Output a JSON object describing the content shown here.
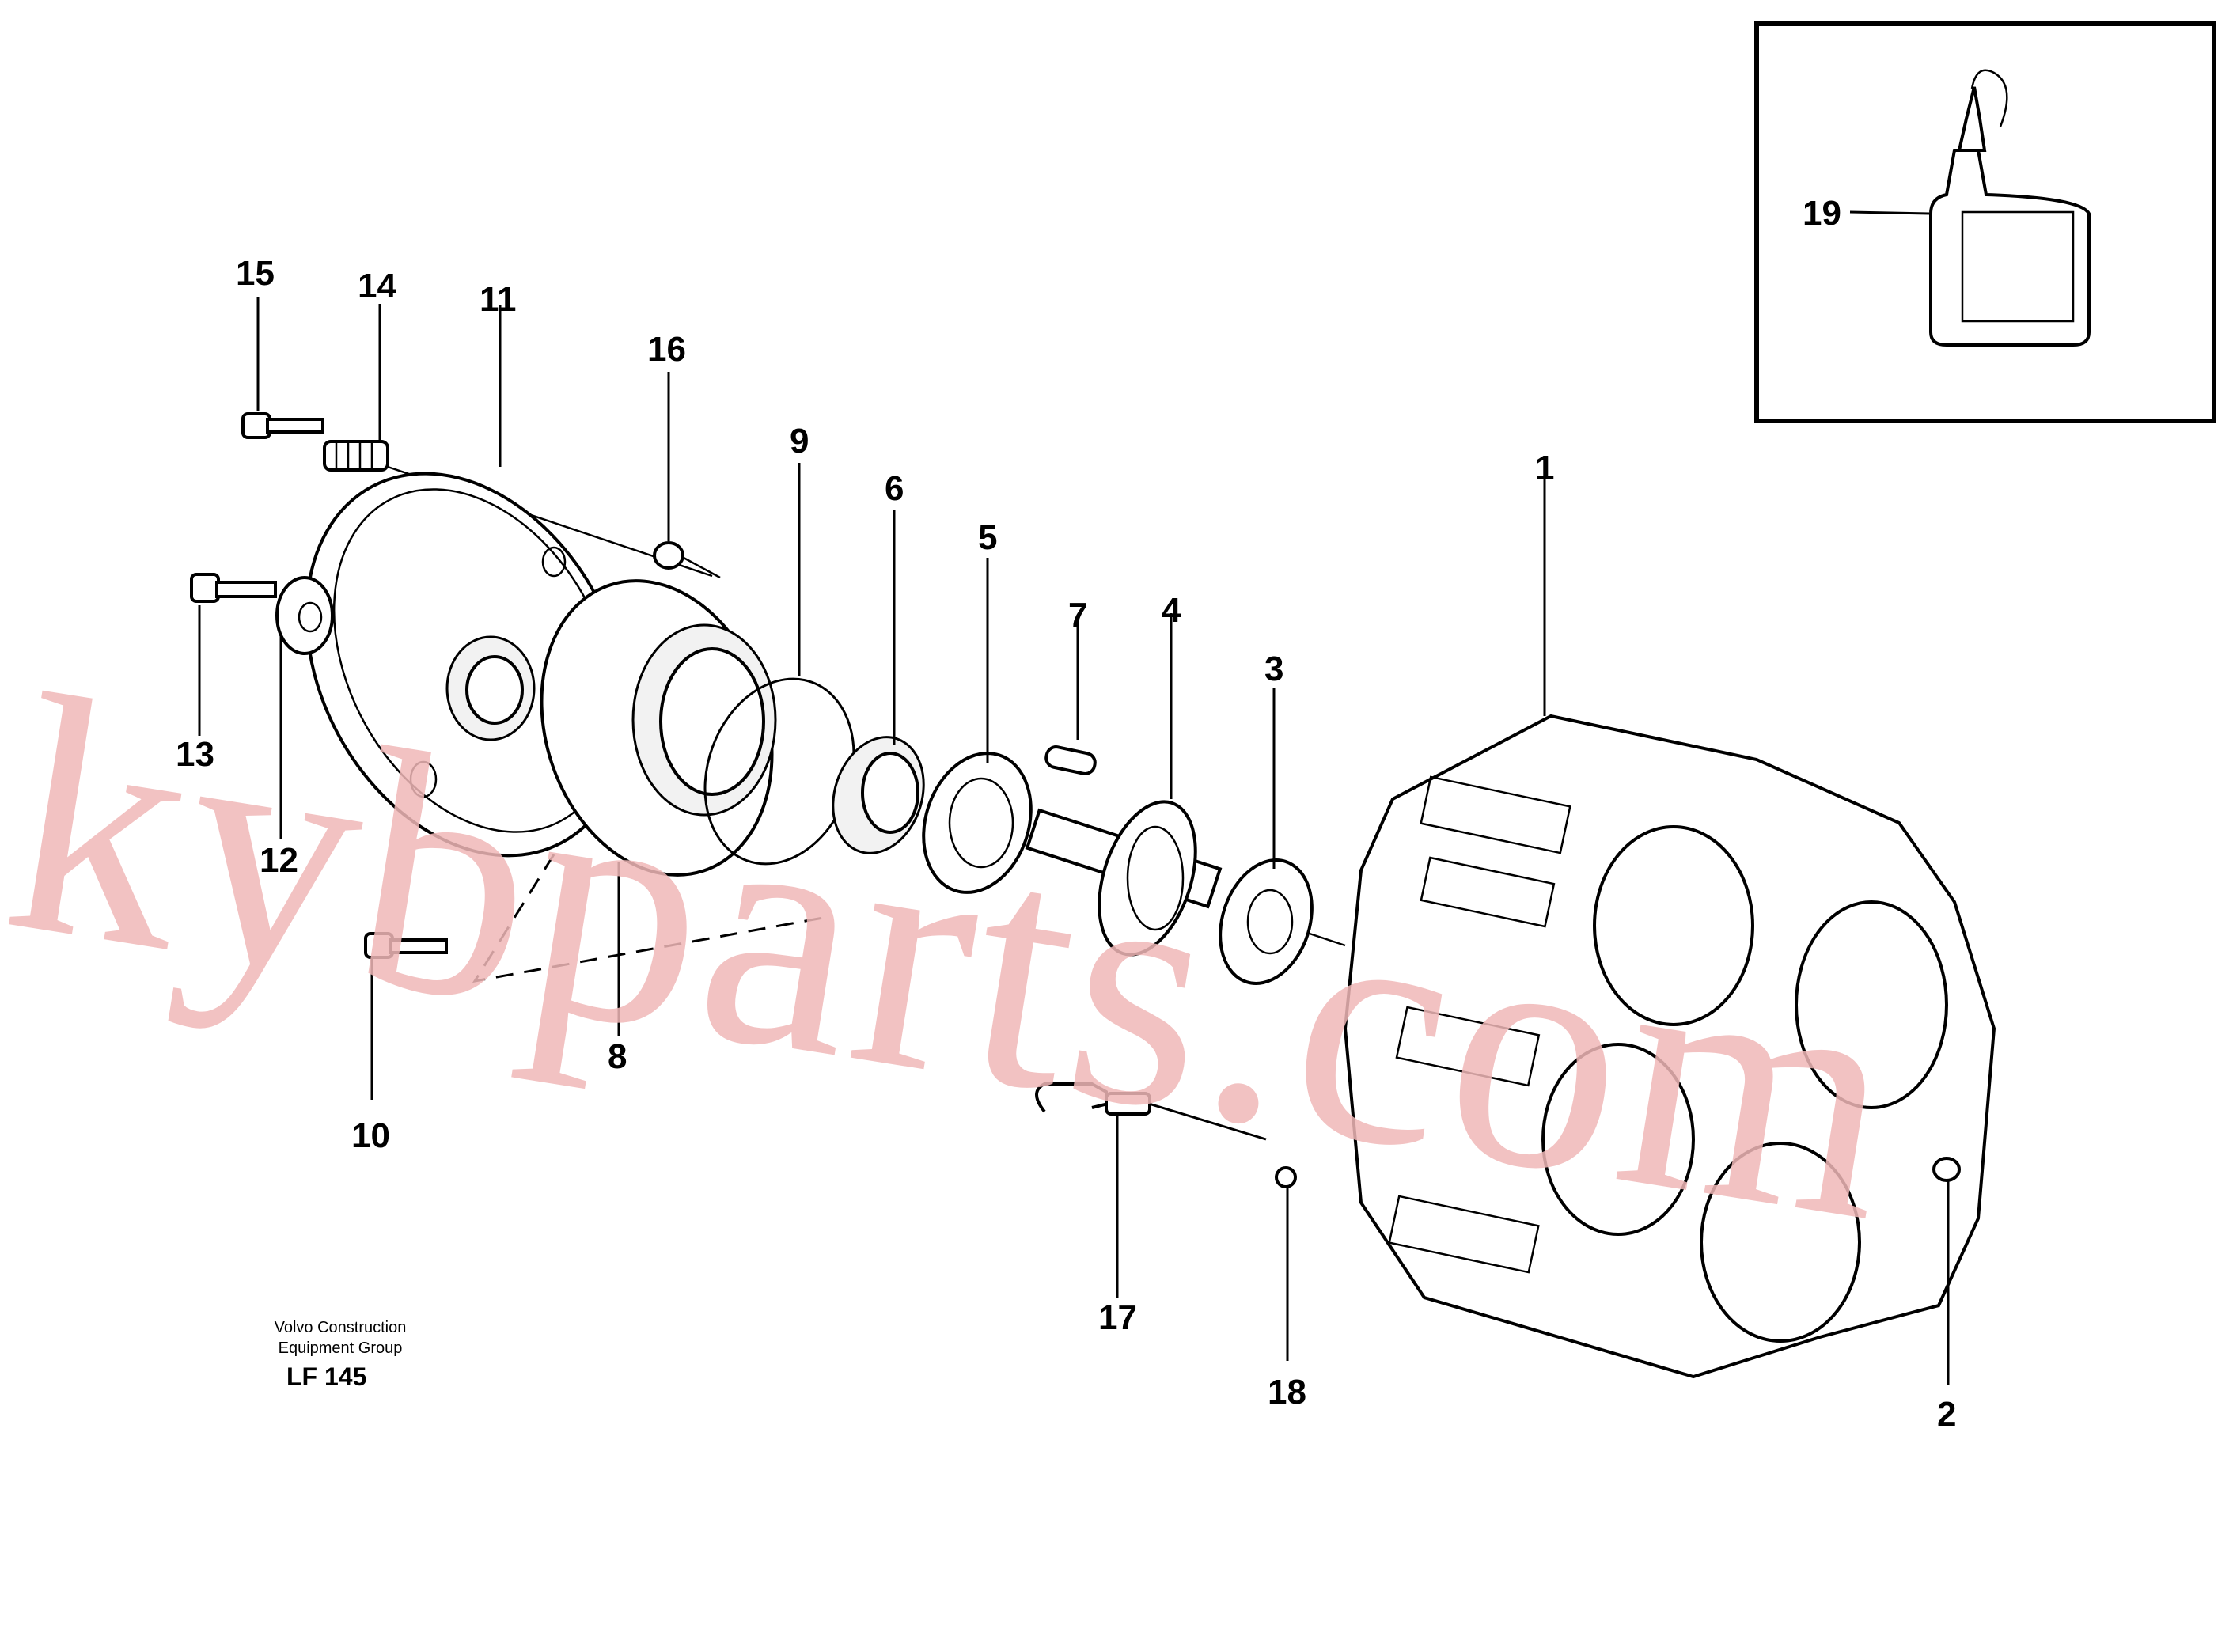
{
  "labels": {
    "p1": "1",
    "p2": "2",
    "p3": "3",
    "p4": "4",
    "p5": "5",
    "p6": "6",
    "p7": "7",
    "p8": "8",
    "p9": "9",
    "p10": "10",
    "p11": "11",
    "p12": "12",
    "p13": "13",
    "p14": "14",
    "p15": "15",
    "p16": "16",
    "p17": "17",
    "p18": "18",
    "p19": "19"
  },
  "credit": {
    "line1": "Volvo Construction",
    "line2": "Equipment Group",
    "figure": "LF 145"
  },
  "watermark": "kybparts.com"
}
